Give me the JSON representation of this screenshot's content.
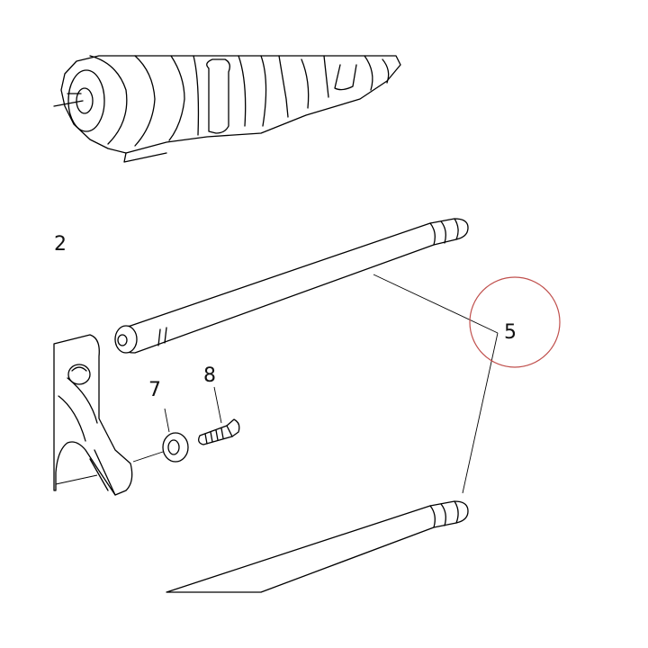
{
  "callouts": {
    "part_2": "2",
    "part_5": "5",
    "part_7": "7",
    "part_8": "8"
  },
  "colors": {
    "highlight_circle": "#c0504d",
    "line": "#000000",
    "background": "#ffffff"
  }
}
